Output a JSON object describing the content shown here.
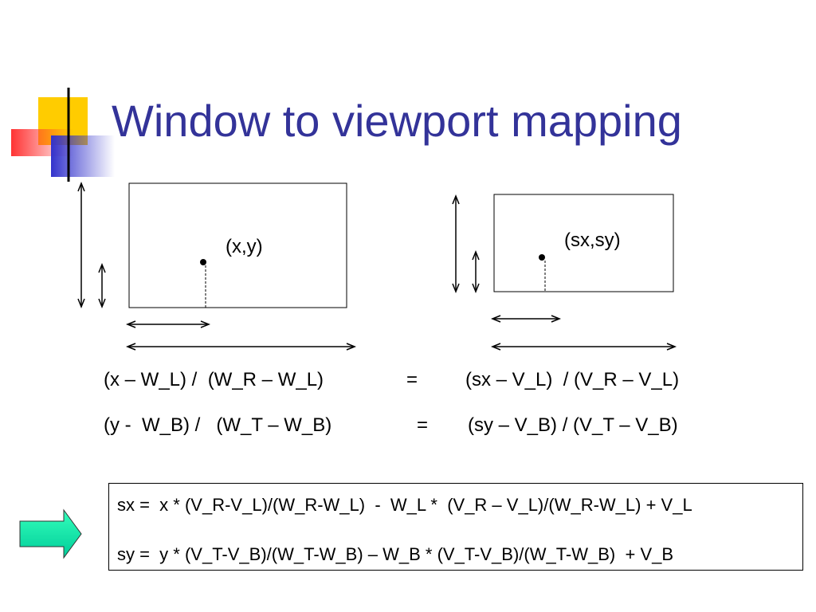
{
  "slide": {
    "title": "Window to viewport mapping",
    "window_point_label": "(x,y)",
    "viewport_point_label": "(sx,sy)",
    "equations": {
      "row1": {
        "left": "(x – W_L) /  (W_R – W_L)",
        "equals": "=",
        "right": "(sx – V_L)  / (V_R – V_L)"
      },
      "row2": {
        "left": "(y -  W_B) /   (W_T – W_B)",
        "equals": "=",
        "right": "(sy – V_B) / (V_T – V_B)"
      }
    },
    "formulas": {
      "sx": "sx =  x * (V_R-V_L)/(W_R-W_L)  -  W_L *  (V_R – V_L)/(W_R-W_L) + V_L",
      "sy": "sy =  y * (V_T-V_B)/(W_T-W_B) – W_B * (V_T-V_B)/(W_T-W_B)  + V_B"
    },
    "colors": {
      "title": "#333399",
      "logo_yellow": "#ffcc00",
      "logo_red": "#ff3333",
      "logo_blue": "#3333cc",
      "arrow_fill": "#00e0a0"
    }
  }
}
